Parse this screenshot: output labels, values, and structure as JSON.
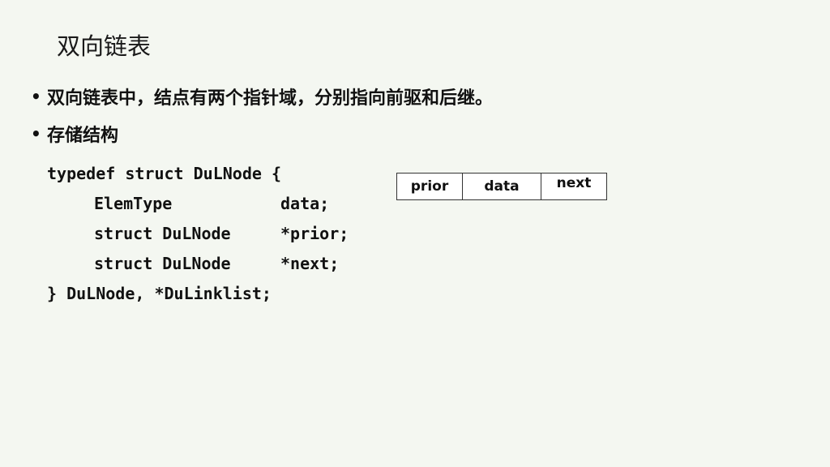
{
  "slide": {
    "title": "双向链表",
    "bullets": [
      "双向链表中，结点有两个指针域，分别指向前驱和后继。",
      "存储结构"
    ],
    "bullet_symbol": "•",
    "code": {
      "line1": "typedef struct DuLNode {",
      "line2_type": "ElemType",
      "line2_field": "data;",
      "line3_type": "struct DuLNode",
      "line3_field": "*prior;",
      "line4_type": "struct DuLNode",
      "line4_field": "*next;",
      "line5": "} DuLNode, *DuLinklist;"
    },
    "node_diagram": {
      "cells": [
        "prior",
        "data",
        "next"
      ]
    }
  }
}
